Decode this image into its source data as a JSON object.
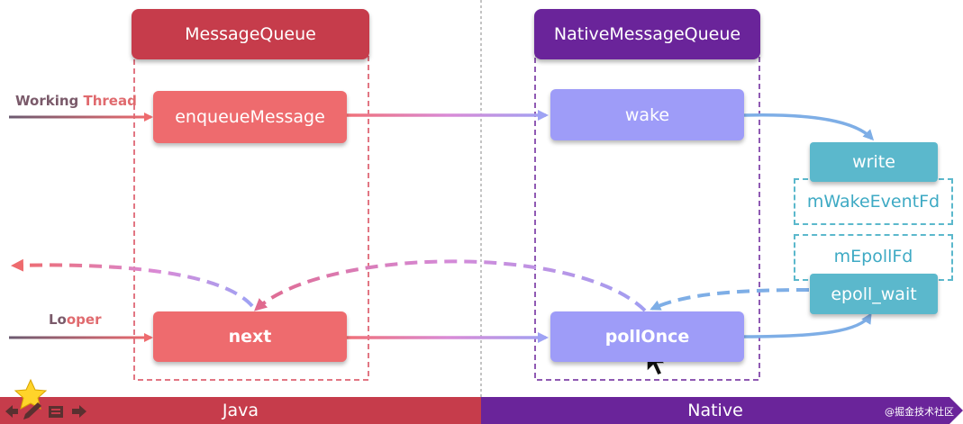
{
  "headers": {
    "java_queue": "MessageQueue",
    "native_queue": "NativeMessageQueue"
  },
  "nodes": {
    "enqueue": "enqueueMessage",
    "next": "next",
    "wake": "wake",
    "poll_once": "pollOnce",
    "write": "write",
    "epoll_wait": "epoll_wait"
  },
  "fds": {
    "wake_fd": "mWakeEventFd",
    "epoll_fd": "mEpollFd"
  },
  "labels": {
    "working_word": "Working",
    "thread_word": "Thread",
    "looper_prefix": "Lo",
    "looper_suffix": "oper"
  },
  "bottom_bar": {
    "java": "Java",
    "native": "Native",
    "watermark": "@掘金技术社区"
  },
  "colors": {
    "java_red": "#c23a4a",
    "java_node": "#ee6b6e",
    "native_purple": "#6a249a",
    "native_node": "#9e9cf8",
    "fd_cyan": "#5bb8cc",
    "arrow_blue": "#7eaee6",
    "arrow_pink": "#d47ad8"
  },
  "icons": [
    "star-icon",
    "pen-icon",
    "slides-icon",
    "arrow-left-icon",
    "arrow-right-icon",
    "cursor-icon"
  ]
}
